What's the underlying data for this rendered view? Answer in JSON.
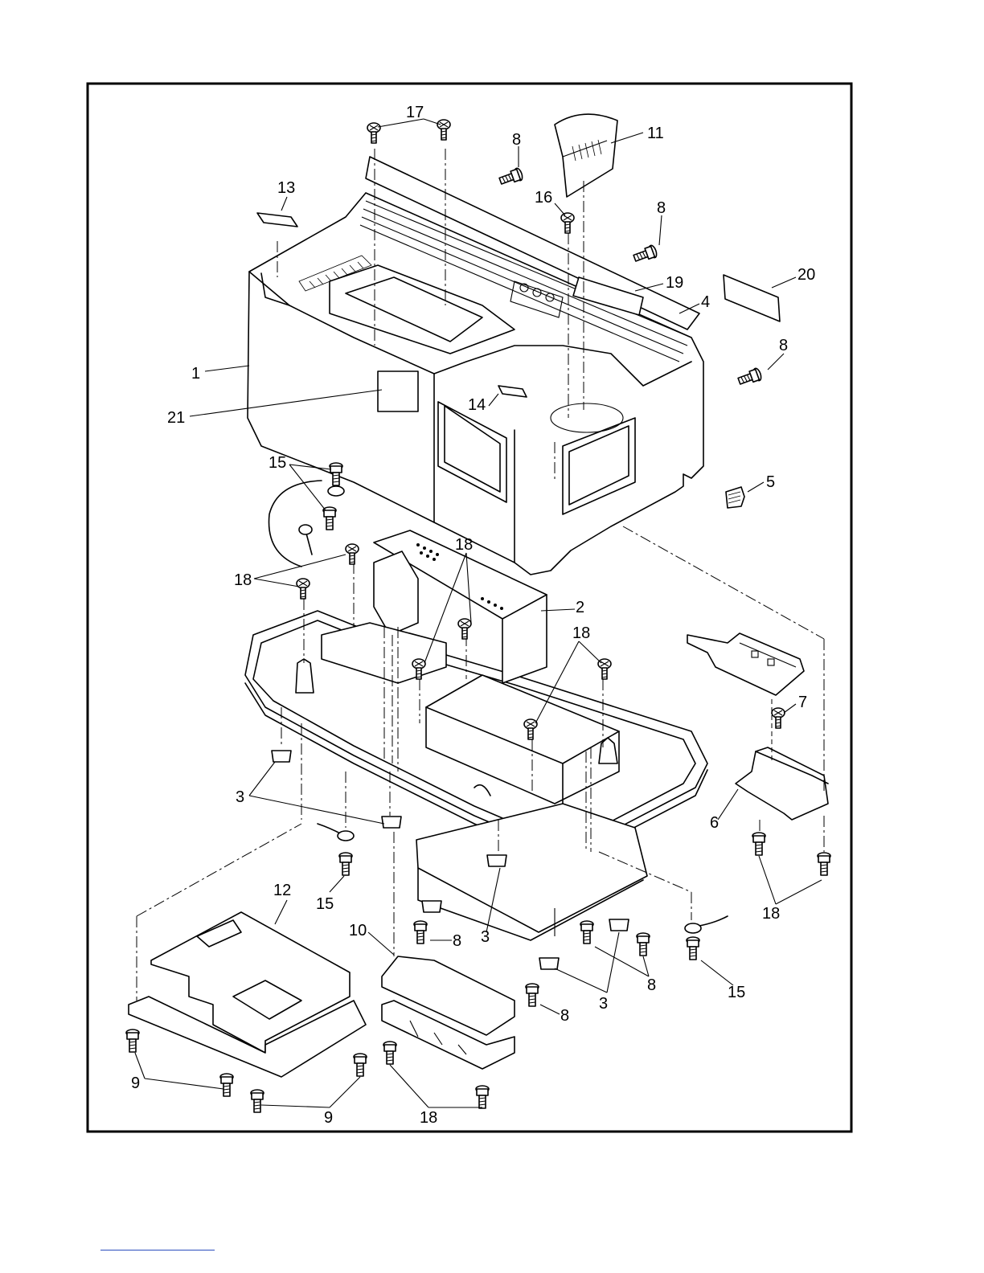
{
  "diagram": {
    "callouts": [
      "1",
      "2",
      "3",
      "4",
      "5",
      "6",
      "7",
      "8",
      "9",
      "10",
      "11",
      "12",
      "13",
      "14",
      "15",
      "16",
      "17",
      "18",
      "19",
      "20",
      "21"
    ]
  },
  "footer": {
    "link_color": "#2a4dbd"
  }
}
